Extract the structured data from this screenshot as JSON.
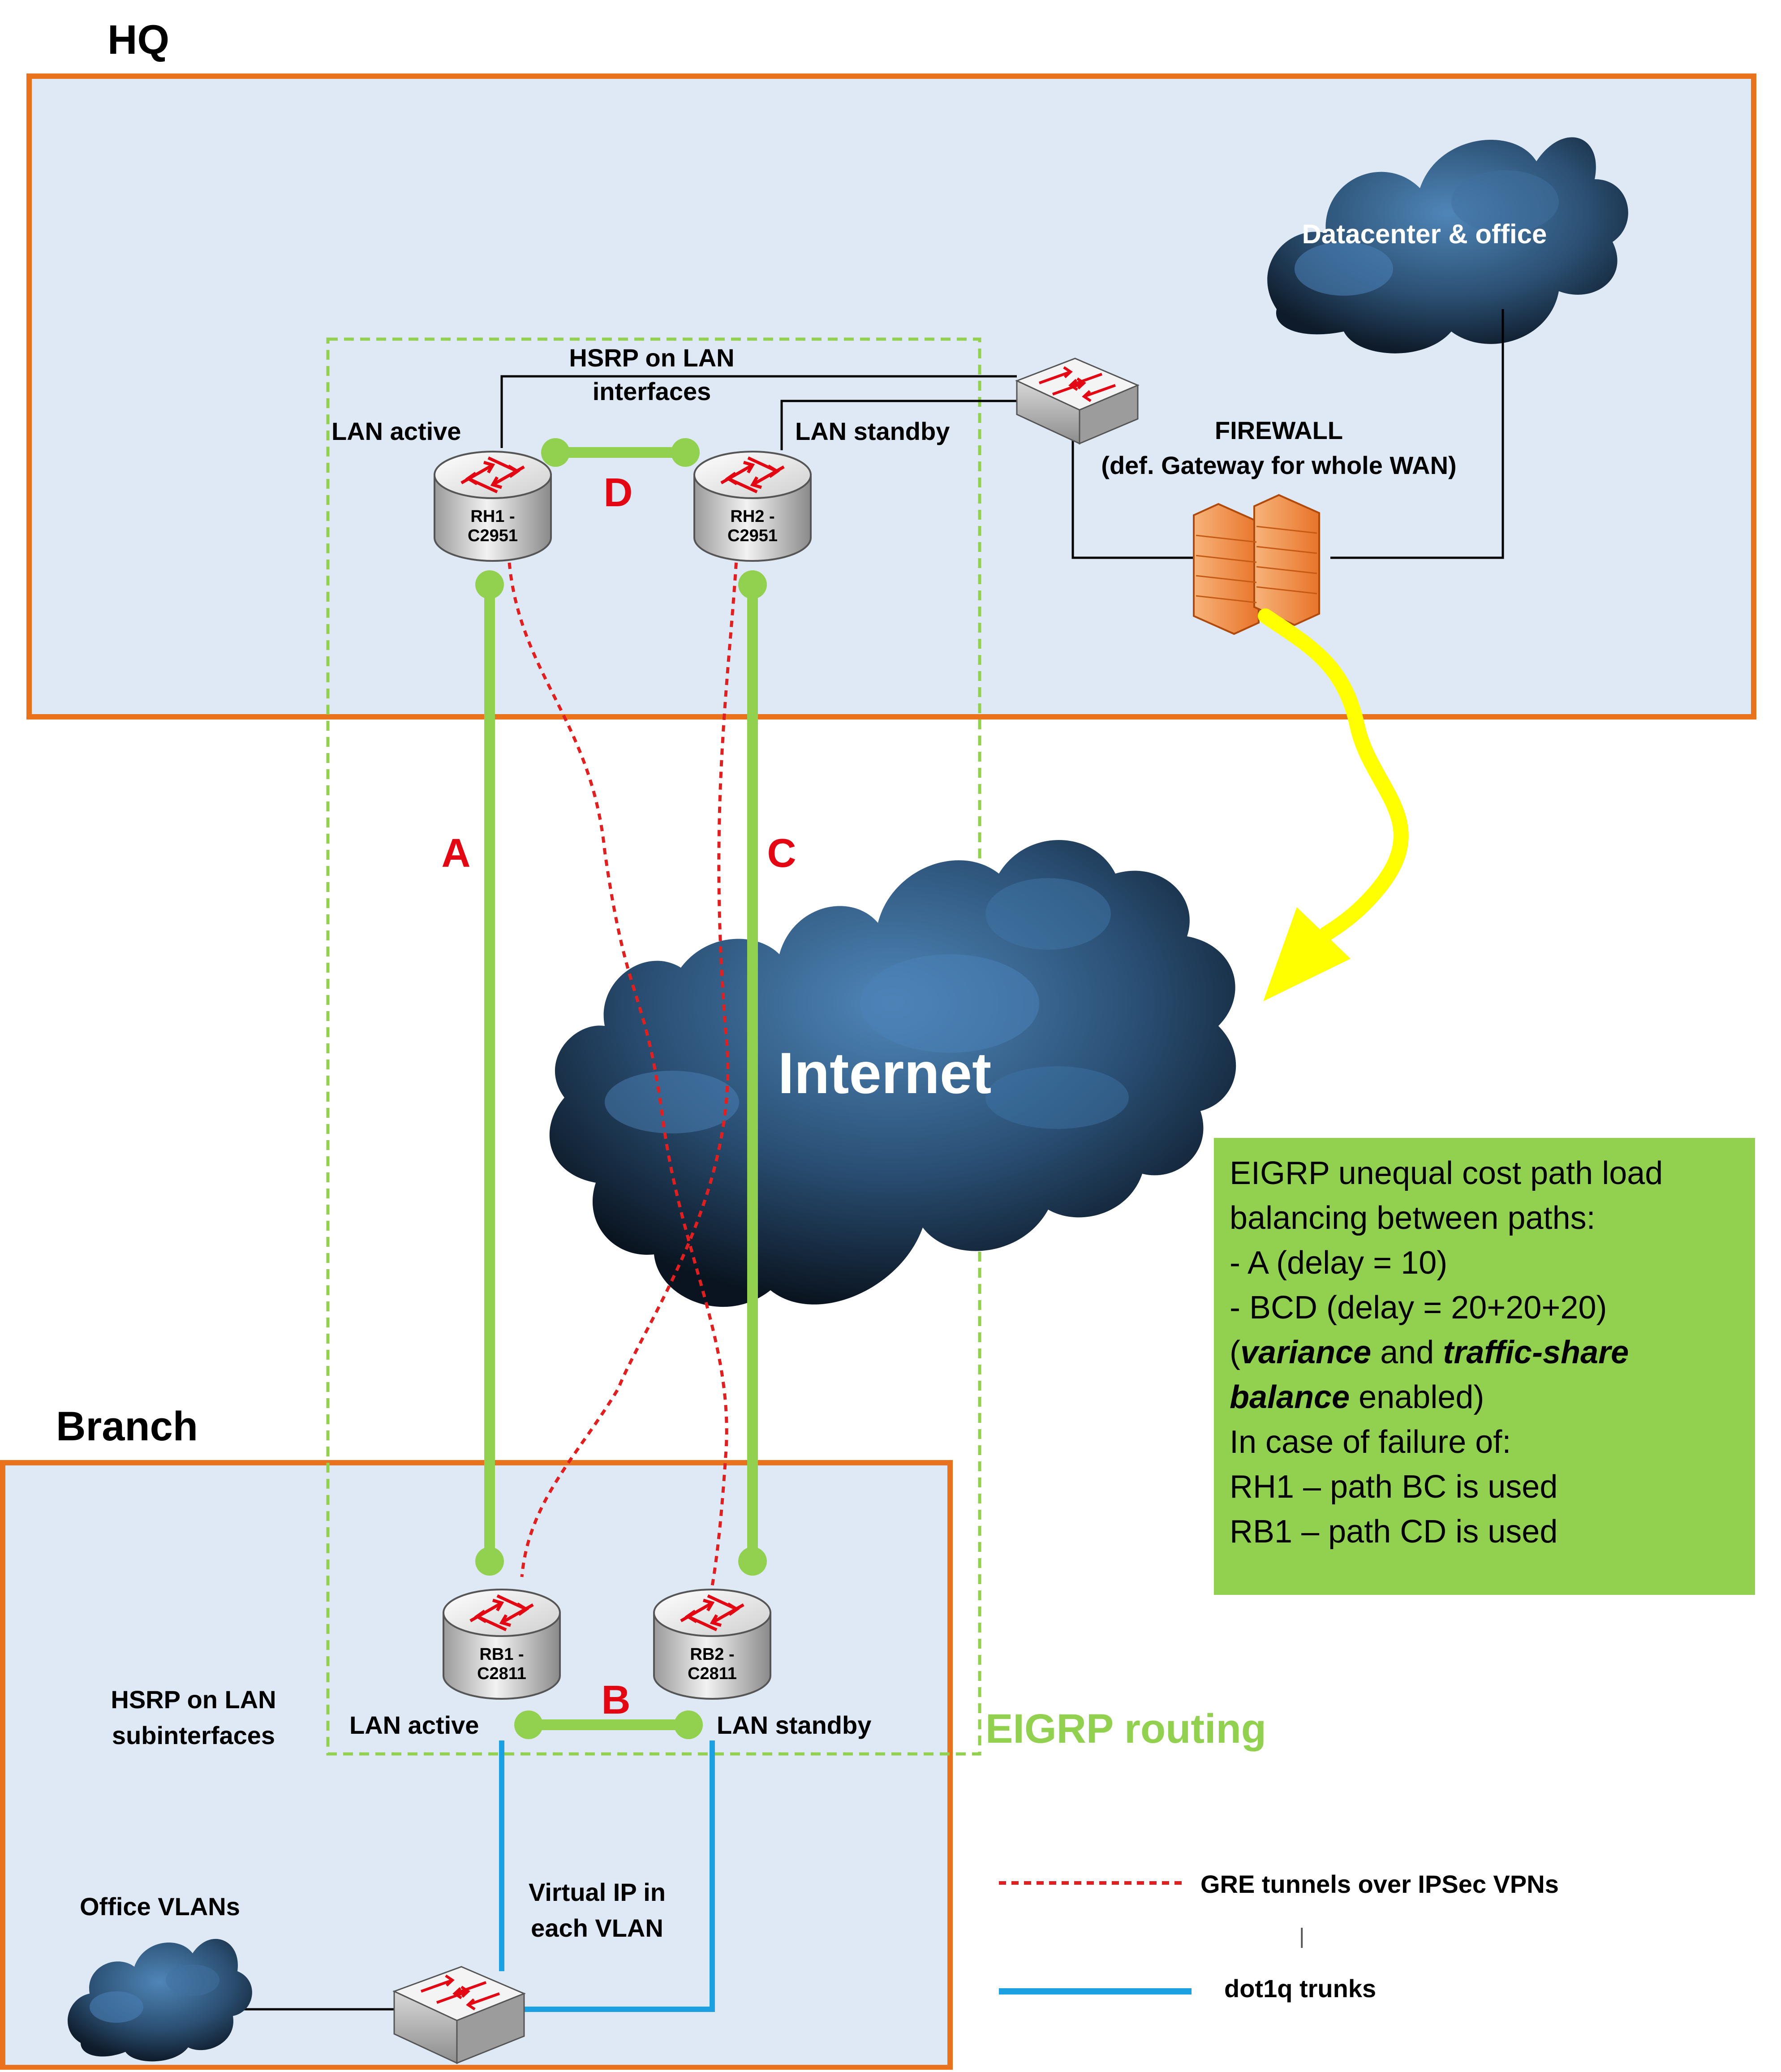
{
  "zones": {
    "hq": "HQ",
    "branch": "Branch"
  },
  "routers": {
    "rh1": {
      "line1": "RH1 -",
      "line2": "C2951"
    },
    "rh2": {
      "line1": "RH2 -",
      "line2": "C2951"
    },
    "rb1": {
      "line1": "RB1 -",
      "line2": "C2811"
    },
    "rb2": {
      "line1": "RB2 -",
      "line2": "C2811"
    }
  },
  "labels": {
    "hq_hsrp_line1": "HSRP on LAN",
    "hq_hsrp_line2": "interfaces",
    "rh1_role": "LAN active",
    "rh2_role": "LAN standby",
    "firewall_line1": "FIREWALL",
    "firewall_line2": "(def. Gateway for whole WAN)",
    "datacenter": "Datacenter & office",
    "internet": "Internet",
    "branch_hsrp_line1": "HSRP on LAN",
    "branch_hsrp_line2": "subinterfaces",
    "rb1_role": "LAN active",
    "rb2_role": "LAN standby",
    "eigrp_routing": "EIGRP routing",
    "office_vlans": "Office VLANs",
    "virtual_ip_line1": "Virtual IP in",
    "virtual_ip_line2": "each VLAN"
  },
  "paths": {
    "a": "A",
    "b": "B",
    "c": "C",
    "d": "D"
  },
  "info_box": {
    "line1": "EIGRP unequal cost path load",
    "line2": "balancing between paths:",
    "line3": "- A (delay = 10)",
    "line4": "- BCD (delay = 20+20+20)",
    "line5_pre": "(",
    "line5_b1": "variance",
    "line5_mid": " and ",
    "line5_b2": "traffic-share",
    "line6_b": "balance",
    "line6_post": " enabled)",
    "line7": "In case of failure of:",
    "line8": "RH1 – path BC is used",
    "line9": "RB1 – path CD is used"
  },
  "legend": {
    "gre": "GRE tunnels over IPSec VPNs",
    "separator": "|",
    "dot1q": "dot1q trunks"
  },
  "colors": {
    "zone_border": "#e9731d",
    "zone_fill": "#dfe9f6",
    "eigrp_green": "#92d050",
    "path_red": "#e30613",
    "tunnel_red": "#e02020",
    "trunk_blue": "#1ba1e2",
    "arrow_yellow": "#ffff00",
    "info_fill": "#92d050"
  }
}
